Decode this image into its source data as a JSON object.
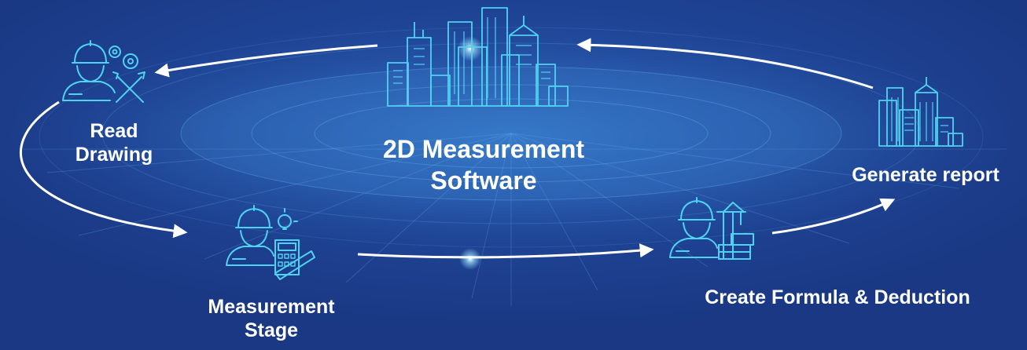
{
  "center": {
    "line1": "2D Measurement",
    "line2": "Software",
    "icon": "city-skyline-icon"
  },
  "steps": [
    {
      "id": "read-drawing",
      "line1": "Read",
      "line2": "Drawing",
      "icon": "engineer-gears-tools-icon"
    },
    {
      "id": "measurement-stage",
      "line1": "Measurement",
      "line2": "Stage",
      "icon": "engineer-calculator-ruler-icon"
    },
    {
      "id": "create-formula",
      "line1": "Create Formula & Deduction",
      "icon": "engineer-crane-icon"
    },
    {
      "id": "generate-report",
      "line1": "Generate report",
      "icon": "buildings-icon"
    }
  ],
  "colors": {
    "background": "#1b3a8a",
    "platform": "#2c63b5",
    "icon_stroke": "#4fd2f2",
    "arrow": "#ffffff",
    "text": "#ffffff"
  }
}
